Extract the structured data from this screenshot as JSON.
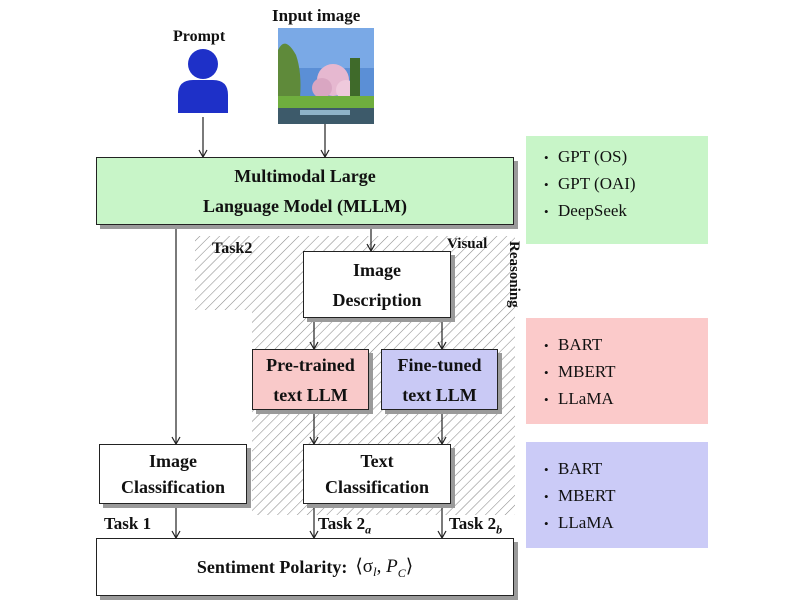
{
  "inputs": {
    "prompt_label": "Prompt",
    "image_label": "Input image"
  },
  "mllm": {
    "line1": "Multimodal Large",
    "line2": "Language Model (MLLM)"
  },
  "task2_label": "Task2",
  "visual_reasoning": {
    "visual": "Visual",
    "reasoning": "Reasoning"
  },
  "image_description": {
    "line1": "Image",
    "line2": "Description"
  },
  "pretrained": {
    "line1": "Pre-trained",
    "line2": "text LLM"
  },
  "finetuned": {
    "line1": "Fine-tuned",
    "line2": "text LLM"
  },
  "image_classification": {
    "line1": "Image",
    "line2": "Classification"
  },
  "text_classification": {
    "line1": "Text",
    "line2": "Classification"
  },
  "task_labels": {
    "task1": "Task 1",
    "task2a_main": "Task 2",
    "task2a_sub": "a",
    "task2b_main": "Task 2",
    "task2b_sub": "b"
  },
  "sentiment": {
    "label": "Sentiment Polarity:",
    "formula": "⟨σ"
  },
  "panels": {
    "mllm_models": [
      "GPT (OS)",
      "GPT (OAI)",
      "DeepSeek"
    ],
    "pretrained_models": [
      "BART",
      "MBERT",
      "LLaMA"
    ],
    "finetuned_models": [
      "BART",
      "MBERT",
      "LLaMA"
    ]
  },
  "colors": {
    "mllm_fill": "#c8f5c8",
    "pretrained_fill": "#f9c9c9",
    "finetuned_fill": "#c9c9f5",
    "green_panel": "#c8f5c8",
    "red_panel": "#fbcaca",
    "blue_panel": "#cbcbf7",
    "user_icon": "#1e30c8"
  }
}
